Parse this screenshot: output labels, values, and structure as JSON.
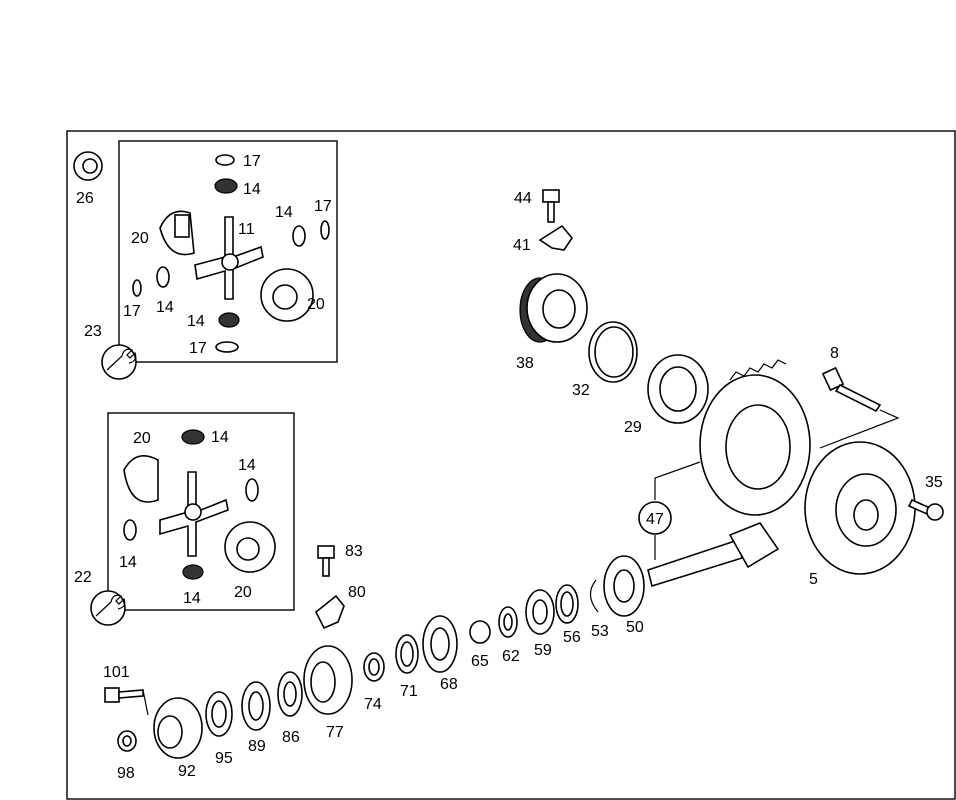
{
  "labels": {
    "l26": "26",
    "l23": "23",
    "l22": "22",
    "a17": "17",
    "a14": "14",
    "a14b": "14",
    "a17b": "17",
    "a11": "11",
    "a20": "20",
    "a17c": "17",
    "a14c": "14",
    "a20b": "20",
    "a14d": "14",
    "a17d": "17",
    "b20": "20",
    "b14": "14",
    "b14b": "14",
    "b14c": "14",
    "b14d": "14",
    "b20b": "20",
    "l44": "44",
    "l41": "41",
    "l38": "38",
    "l32": "32",
    "l29": "29",
    "l8": "8",
    "l35": "35",
    "l5": "5",
    "l47": "47",
    "l83": "83",
    "l80": "80",
    "l50": "50",
    "l53": "53",
    "l56": "56",
    "l59": "59",
    "l62": "62",
    "l65": "65",
    "l68": "68",
    "l71": "71",
    "l74": "74",
    "l77": "77",
    "l86": "86",
    "l89": "89",
    "l95": "95",
    "l92": "92",
    "l98": "98",
    "l101": "101"
  }
}
